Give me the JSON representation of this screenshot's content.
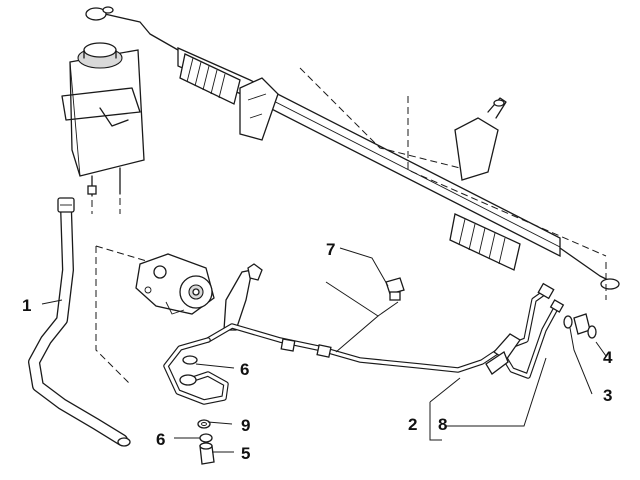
{
  "callouts": [
    {
      "id": "c1",
      "label": "1"
    },
    {
      "id": "c2",
      "label": "2"
    },
    {
      "id": "c3",
      "label": "3"
    },
    {
      "id": "c4",
      "label": "4"
    },
    {
      "id": "c5",
      "label": "5"
    },
    {
      "id": "c6a",
      "label": "6"
    },
    {
      "id": "c6b",
      "label": "6"
    },
    {
      "id": "c7",
      "label": "7"
    },
    {
      "id": "c8",
      "label": "8"
    },
    {
      "id": "c9",
      "label": "9"
    }
  ],
  "parts": {
    "reservoir": "fluid-reservoir",
    "return_hose": "return-hose",
    "steering_rack": "steering-rack",
    "pump": "power-steering-pump",
    "pressure_line": "pressure-pipe",
    "bolt": "union-bolt"
  }
}
